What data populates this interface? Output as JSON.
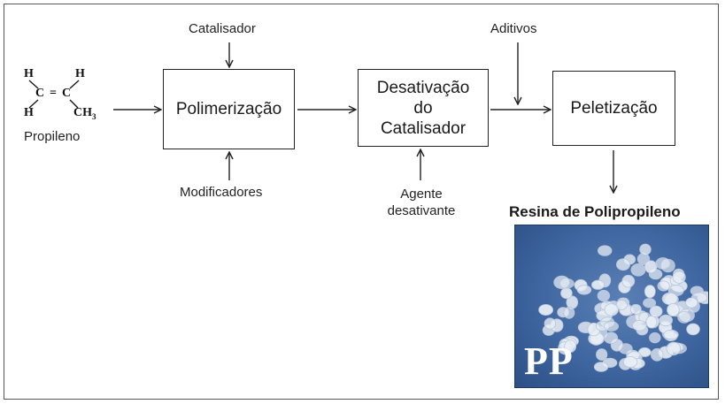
{
  "molecule": {
    "atoms": {
      "h1": "H",
      "h2": "H",
      "h3": "H",
      "c1": "C",
      "eq": "=",
      "c2": "C",
      "ch3": "CH",
      "ch3_sub": "3"
    },
    "caption": "Propileno"
  },
  "steps": {
    "polymerization": "Polimerização",
    "deactivation": [
      "Desativação",
      "do",
      "Catalisador"
    ],
    "pelletizing": "Peletização"
  },
  "inputs": {
    "catalyst": "Catalisador",
    "modifiers": "Modificadores",
    "additives": "Aditivos",
    "deactivating_agent": [
      "Agente",
      "desativante"
    ]
  },
  "product": {
    "title": "Resina de Polipropileno",
    "photo_label": "PP"
  },
  "colors": {
    "photo_blue": "#3f66a0",
    "pellet": "#e8eef6"
  }
}
